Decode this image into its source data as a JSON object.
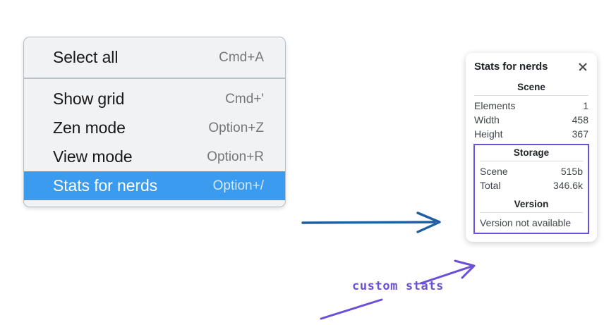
{
  "menu": {
    "groups": [
      {
        "items": [
          {
            "label": "Select all",
            "shortcut": "Cmd+A",
            "selected": false
          }
        ]
      },
      {
        "items": [
          {
            "label": "Show grid",
            "shortcut": "Cmd+'",
            "selected": false
          },
          {
            "label": "Zen mode",
            "shortcut": "Option+Z",
            "selected": false
          },
          {
            "label": "View mode",
            "shortcut": "Option+R",
            "selected": false
          },
          {
            "label": "Stats for nerds",
            "shortcut": "Option+/",
            "selected": true
          }
        ]
      }
    ],
    "items": [
      {
        "label": "Select all",
        "shortcut": "Cmd+A"
      },
      {
        "label": "Show grid",
        "shortcut": "Cmd+'"
      },
      {
        "label": "Zen mode",
        "shortcut": "Option+Z"
      },
      {
        "label": "View mode",
        "shortcut": "Option+R"
      },
      {
        "label": "Stats for nerds",
        "shortcut": "Option+/"
      }
    ],
    "highlight_color": "#3b9bef"
  },
  "stats_panel": {
    "title": "Stats for nerds",
    "close_icon": "close-icon",
    "scene": {
      "heading": "Scene",
      "rows": [
        {
          "key": "Elements",
          "value": "1"
        },
        {
          "key": "Width",
          "value": "458"
        },
        {
          "key": "Height",
          "value": "367"
        }
      ]
    },
    "storage": {
      "heading": "Storage",
      "rows": [
        {
          "key": "Scene",
          "value": "515b"
        },
        {
          "key": "Total",
          "value": "346.6k"
        }
      ]
    },
    "version": {
      "heading": "Version",
      "text": "Version not available"
    },
    "custom_border_color": "#6c4fd8"
  },
  "annotations": {
    "handwritten_note": "custom stats",
    "blue_arrow_color": "#1f5fa0",
    "purple_color": "#6c4fd8"
  }
}
